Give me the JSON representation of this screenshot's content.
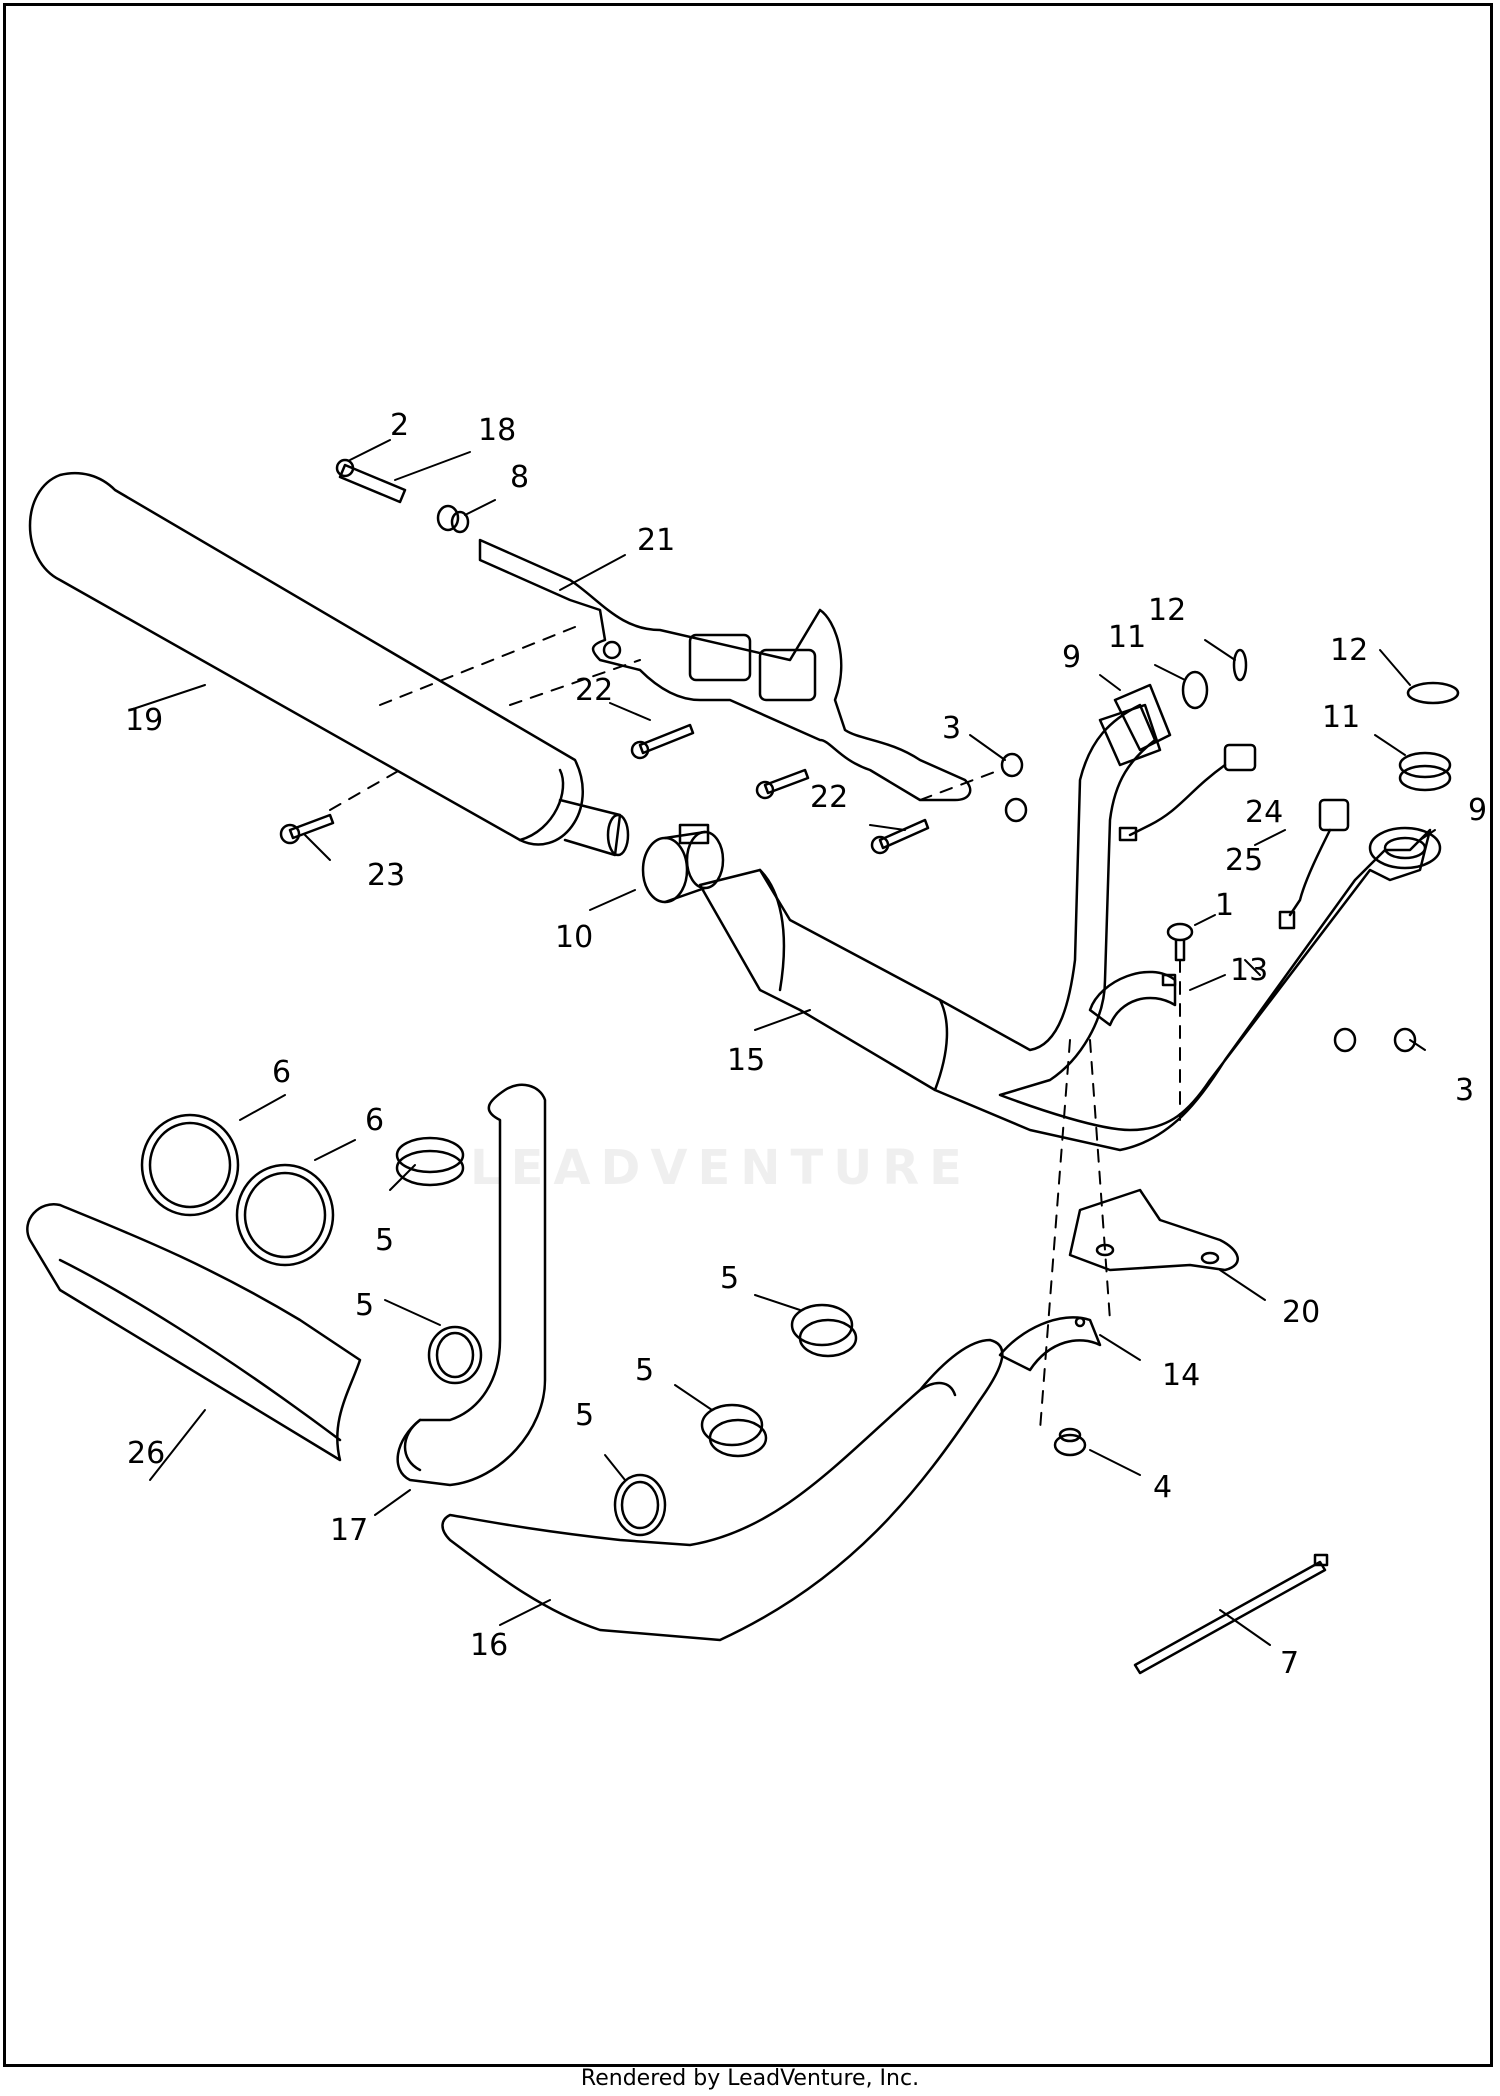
{
  "diagram": {
    "callouts": [
      {
        "id": "c2",
        "label": "2"
      },
      {
        "id": "c18",
        "label": "18"
      },
      {
        "id": "c8",
        "label": "8"
      },
      {
        "id": "c21",
        "label": "21"
      },
      {
        "id": "c19",
        "label": "19"
      },
      {
        "id": "c22a",
        "label": "22"
      },
      {
        "id": "c22b",
        "label": "22"
      },
      {
        "id": "c3a",
        "label": "3"
      },
      {
        "id": "c3b",
        "label": "3"
      },
      {
        "id": "c23",
        "label": "23"
      },
      {
        "id": "c10",
        "label": "10"
      },
      {
        "id": "c9a",
        "label": "9"
      },
      {
        "id": "c9b",
        "label": "9"
      },
      {
        "id": "c11a",
        "label": "11"
      },
      {
        "id": "c11b",
        "label": "11"
      },
      {
        "id": "c12a",
        "label": "12"
      },
      {
        "id": "c12b",
        "label": "12"
      },
      {
        "id": "c24",
        "label": "24"
      },
      {
        "id": "c25",
        "label": "25"
      },
      {
        "id": "c1",
        "label": "1"
      },
      {
        "id": "c13",
        "label": "13"
      },
      {
        "id": "c15",
        "label": "15"
      },
      {
        "id": "c6a",
        "label": "6"
      },
      {
        "id": "c6b",
        "label": "6"
      },
      {
        "id": "c5a",
        "label": "5"
      },
      {
        "id": "c5b",
        "label": "5"
      },
      {
        "id": "c5c",
        "label": "5"
      },
      {
        "id": "c5d",
        "label": "5"
      },
      {
        "id": "c5e",
        "label": "5"
      },
      {
        "id": "c20",
        "label": "20"
      },
      {
        "id": "c14",
        "label": "14"
      },
      {
        "id": "c4",
        "label": "4"
      },
      {
        "id": "c26",
        "label": "26"
      },
      {
        "id": "c17",
        "label": "17"
      },
      {
        "id": "c16",
        "label": "16"
      },
      {
        "id": "c7",
        "label": "7"
      }
    ]
  },
  "watermark": "LEADVENTURE",
  "footer": "Rendered by LeadVenture, Inc."
}
